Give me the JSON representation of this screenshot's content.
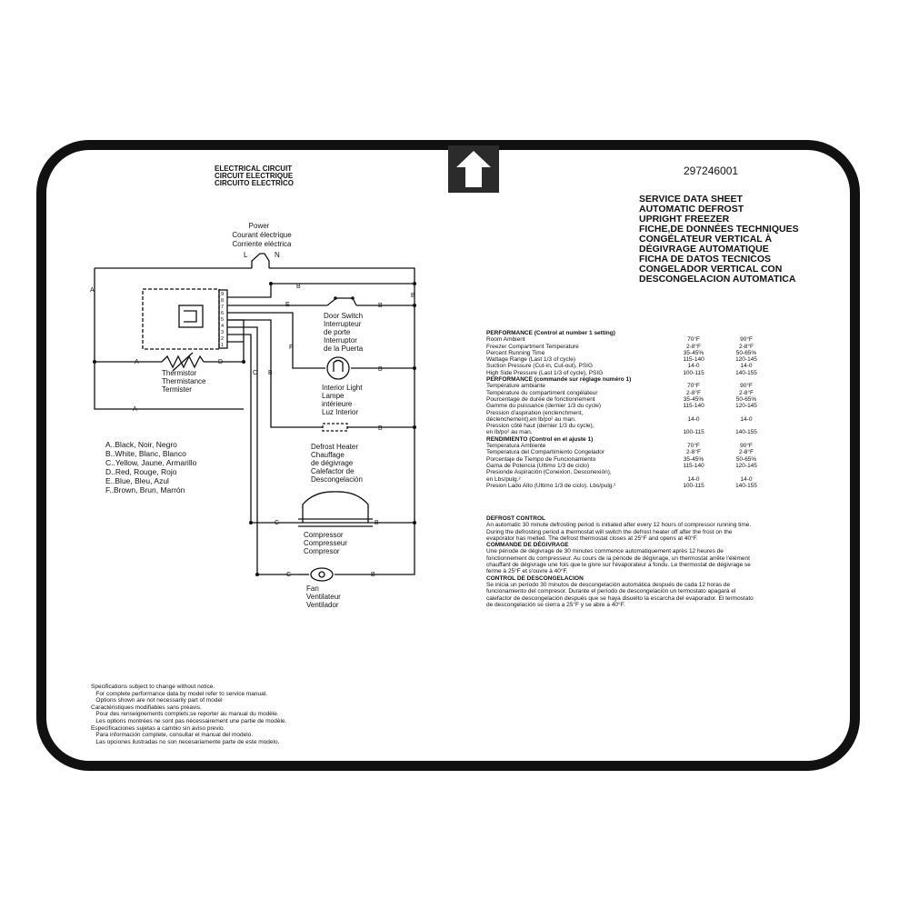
{
  "header": {
    "circuit_title_lines": [
      "ELECTRICAL CIRCUIT",
      "CIRCUIT ELECTRIQUE",
      "CIRCUITO ELECTRICO"
    ],
    "part_number": "297246001",
    "title_lines": [
      "SERVICE DATA SHEET",
      "AUTOMATIC DEFROST",
      "UPRIGHT FREEZER",
      "FICHE,DE DONNÉES TECHNIQUES",
      "CONGÉLATEUR VERTICAL À",
      "DÉGIVRAGE AUTOMATIQUE",
      "FICHA DE DATOS TECNICOS",
      "CONGELADOR VERTICAL CON",
      "DESCONGELACION AUTOMATICA"
    ]
  },
  "diagram": {
    "power_lines": [
      "Power",
      "Courant électrique",
      "Corriente eléctrica"
    ],
    "plug_l": "L",
    "plug_n": "N",
    "door_switch_lines": [
      "Door Switch",
      "Interrupteur",
      "de porte",
      "Interruptor",
      "de la Puerta"
    ],
    "thermistor_lines": [
      "Thermistor",
      "Thermistance",
      "Termister"
    ],
    "interior_light_lines": [
      "Interior Light",
      "Lampe",
      "intérieure",
      "Luz Interior"
    ],
    "defrost_heater_lines": [
      "Defrost Heater",
      "Chauffage",
      "de dégivrage",
      "Calefactor de",
      "Descongelación"
    ],
    "compressor_lines": [
      "Compressor",
      "Compresseur",
      "Compresor"
    ],
    "fan_lines": [
      "Fan",
      "Ventilateur",
      "Ventilador"
    ],
    "wire_labels": {
      "a": "A",
      "b": "B",
      "c": "C",
      "d": "D",
      "e": "E",
      "f": "F"
    },
    "board_pins": [
      "9",
      "8",
      "7",
      "6",
      "5",
      "4",
      "3",
      "2",
      "1"
    ]
  },
  "legend": [
    "A..Black, Noir, Negro",
    "B..White, Blanc, Blanco",
    "C..Yellow, Jaune, Armarillo",
    "D..Red, Rouge, Rojo",
    "E..Blue, Bleu, Azul",
    "F..Brown, Brun, Marrón"
  ],
  "performance": {
    "sections": [
      {
        "heading": "PERFORMANCE (Control at number 1 setting)",
        "rows": [
          {
            "label": "Room Ambient",
            "v1": "70°F",
            "v2": "90°F"
          },
          {
            "label": "Freezer Compartment Temperature",
            "v1": "2-8°F",
            "v2": "2-8°F"
          },
          {
            "label": "Percent Running Time",
            "v1": "35-45%",
            "v2": "50-65%"
          },
          {
            "label": "Wattage Range (Last 1/3 of cycle)",
            "v1": "115-140",
            "v2": "120-145"
          },
          {
            "label": "Suction Pressure (Cut-in, Cut-out), PSIG",
            "v1": "14-0",
            "v2": "14-0"
          },
          {
            "label": "High Side Pressure (Last 1/3 of cycle), PSIG",
            "v1": "100-115",
            "v2": "140-155"
          }
        ]
      },
      {
        "heading": "PERFORMANCE (commande sur réglage numéro 1)",
        "rows": [
          {
            "label": "Température ambiante",
            "v1": "70°F",
            "v2": "90°F"
          },
          {
            "label": "Température du compartiment congélateur",
            "v1": "2-8°F",
            "v2": "2-8°F"
          },
          {
            "label": "Pourcentage de durée de fonctionnement",
            "v1": "35-45%",
            "v2": "50-65%"
          },
          {
            "label": "Gamme du puissance (dernier 1/3 du cycle)",
            "v1": "115-140",
            "v2": "120-145"
          },
          {
            "label": "Pression d'aspiration (enclenchment,",
            "v1": "",
            "v2": ""
          },
          {
            "label": "déclenchement),en lb/po² au man.",
            "v1": "14-0",
            "v2": "14-0"
          },
          {
            "label": "Pression côté haut (dernier 1/3 du cycle),",
            "v1": "",
            "v2": ""
          },
          {
            "label": "en lb/po² au man.",
            "v1": "100-115",
            "v2": "140-155"
          }
        ]
      },
      {
        "heading": "RENDIMIENTO (Control en el ajuste 1)",
        "rows": [
          {
            "label": "Temperatura Ambiente",
            "v1": "70°F",
            "v2": "90°F"
          },
          {
            "label": "Temperatura del Compartimiento Congelador",
            "v1": "2-8°F",
            "v2": "2-8°F"
          },
          {
            "label": "Porcentaje de Tiempo de Funcionamiento",
            "v1": "35-45%",
            "v2": "50-65%"
          },
          {
            "label": "Gama de Potencia (Ultimo 1/3 de ciclo)",
            "v1": "115-140",
            "v2": "120-145"
          },
          {
            "label": "Presionde Aspiración (Conexion, Desconexión),",
            "v1": "",
            "v2": ""
          },
          {
            "label": "en Lbs/pulg.²",
            "v1": "14-0",
            "v2": "14-0"
          },
          {
            "label": "Presion Lado Alto (Ultimo 1/3 de ciclo). Lbs/pulg.²",
            "v1": "100-115",
            "v2": "140-155"
          }
        ]
      }
    ]
  },
  "defrost_control": [
    {
      "heading": "DEFROST CONTROL",
      "text": "An automatic 30 minute defrosting period is initiated after every 12 hours of compressor running time. During the defrosting period a thermostat will switch the defrost heater off after the frost on the evaporator has melted. The defrost thermostat closes at 25°F and opens at 40°F."
    },
    {
      "heading": "COMMANDE DE DÉGIVRAGE",
      "text": "Une période de dégivrage de 30 minutes commence automatiquement après 12 heures de fonctionnement du compresseur. Au cours de la période de dégivrage, un thermostat arrête l'élément chauffant de dégivrage une fois que le givre sur l'évaporateur a fondu. Le thermostat de dégivrage se ferme à 25°F et s'ouvre à 40°F."
    },
    {
      "heading": "CONTROL DE DESCONGELACION",
      "text": "Se inicia un período 30 minutos de descongelación automática después de cada 12 horas de funcionamiento del compresor. Durante el período de descongelación un termostato apagará el calefactor de descongelación después que se haya disuelto la escarcha del evaporador. El termostato de descongelación se cierra a 25°F y se abre a 40°F."
    }
  ],
  "footnotes": [
    "Specifications subject to change without notice.",
    "   For complete performance data by model refer to service manual.",
    "   Options shown are not necessarily part of model",
    "Caractéristiques modifiables sans préavis.",
    "   Pour des renseignements complets;se reporter au manual du modèle.",
    "   Les options montrées ne sont pas nécessairement une partie de modèle.",
    "Especificaciones sujetas a cambio sin aviso previo.",
    "   Para información complete, consultar el manual del modelo.",
    "   Las opciones ilustradas no son necesariamente parte de este modelo."
  ]
}
